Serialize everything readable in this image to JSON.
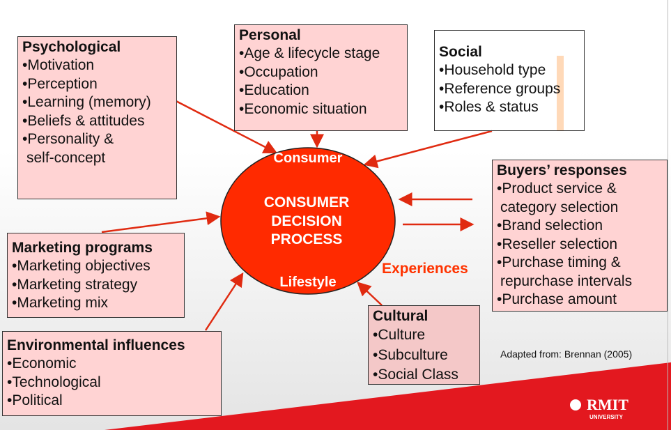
{
  "colors": {
    "box_fill": "#ffd3d3",
    "ellipse": "#ff2a00",
    "arrow": "#e02a10",
    "band": "#e3181f"
  },
  "psychological": {
    "title": "Psychological",
    "items": [
      "•Motivation",
      "•Perception",
      "•Learning (memory)",
      "•Beliefs & attitudes",
      "•Personality &",
      "  self-concept"
    ]
  },
  "personal": {
    "title": "Personal",
    "items": [
      "•Age & lifecycle stage",
      "•Occupation",
      "•Education",
      "•Economic situation"
    ]
  },
  "social": {
    "title": "Social",
    "items": [
      "•Household type",
      "•Reference groups",
      "•Roles & status"
    ]
  },
  "buyers": {
    "title": "Buyers’ responses",
    "items": [
      "•Product service &",
      "  category selection",
      "•Brand selection",
      "•Reseller selection",
      "•Purchase timing &",
      "  repurchase intervals",
      "•Purchase amount"
    ]
  },
  "marketing": {
    "title": "Marketing programs",
    "items": [
      "•Marketing objectives",
      "•Marketing strategy",
      "•Marketing mix"
    ]
  },
  "environmental": {
    "title": "Environmental influences",
    "items": [
      "•Economic",
      "•Technological",
      "•Political"
    ]
  },
  "cultural": {
    "title": "Cultural",
    "items": [
      "•Culture",
      "•Subculture",
      "•Social Class"
    ]
  },
  "center": {
    "top": "Consumer",
    "lines": [
      "CONSUMER",
      "DECISION",
      "PROCESS"
    ],
    "bottom": "Lifestyle"
  },
  "experiences": "Experiences",
  "credit": "Adapted from: Brennan (2005)",
  "logo": {
    "name": "RMIT",
    "sub": "UNIVERSITY"
  }
}
